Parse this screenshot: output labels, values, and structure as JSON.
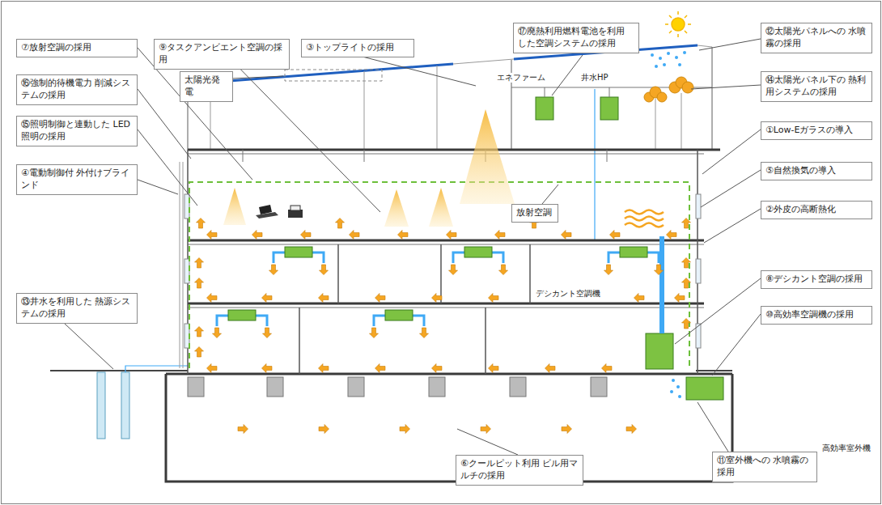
{
  "diagram": {
    "nodes": [
      {
        "text": [
          "⑦放射空調の採用"
        ]
      },
      {
        "text": [
          "⑯強制的待機電力 削減システムの採用"
        ]
      },
      {
        "text": [
          "⑮照明制御と連動した LED照明の採用"
        ]
      },
      {
        "text": [
          "④電動制御付 外付けブラインド"
        ]
      },
      {
        "text": [
          "⑬井水を利用した 熱源システムの採用"
        ]
      },
      {
        "text": [
          "⑨タスクアンビエント空調の採用"
        ]
      },
      {
        "text": [
          "③トップライトの採用"
        ]
      },
      {
        "text": [
          "太陽光発電"
        ]
      },
      {
        "text": [
          "⑰廃熱利用燃料電池を利用 した空調システムの採用"
        ]
      },
      {
        "text": [
          "⑫太陽光パネルへの 水噴霧の採用"
        ]
      },
      {
        "text": [
          "⑭太陽光パネル下の 熱利用システムの採用"
        ]
      },
      {
        "text": [
          "①Low-Eガラスの導入"
        ]
      },
      {
        "text": [
          "⑤自然換気の導入"
        ]
      },
      {
        "text": [
          "②外皮の高断熱化"
        ]
      },
      {
        "text": [
          "放射空調"
        ]
      },
      {
        "text": [
          "⑧デシカント空調の採用"
        ]
      },
      {
        "text": [
          "⑩高効率空調機の採用"
        ]
      },
      {
        "text": [
          "⑥クールピット利用 ビル用マルチの採用"
        ]
      },
      {
        "text": [
          "⑪室外機への 水噴霧の採用"
        ]
      }
    ],
    "labels": [
      "エネファーム",
      "井水HP",
      "デシカント空調機",
      "高効率室外機"
    ]
  }
}
